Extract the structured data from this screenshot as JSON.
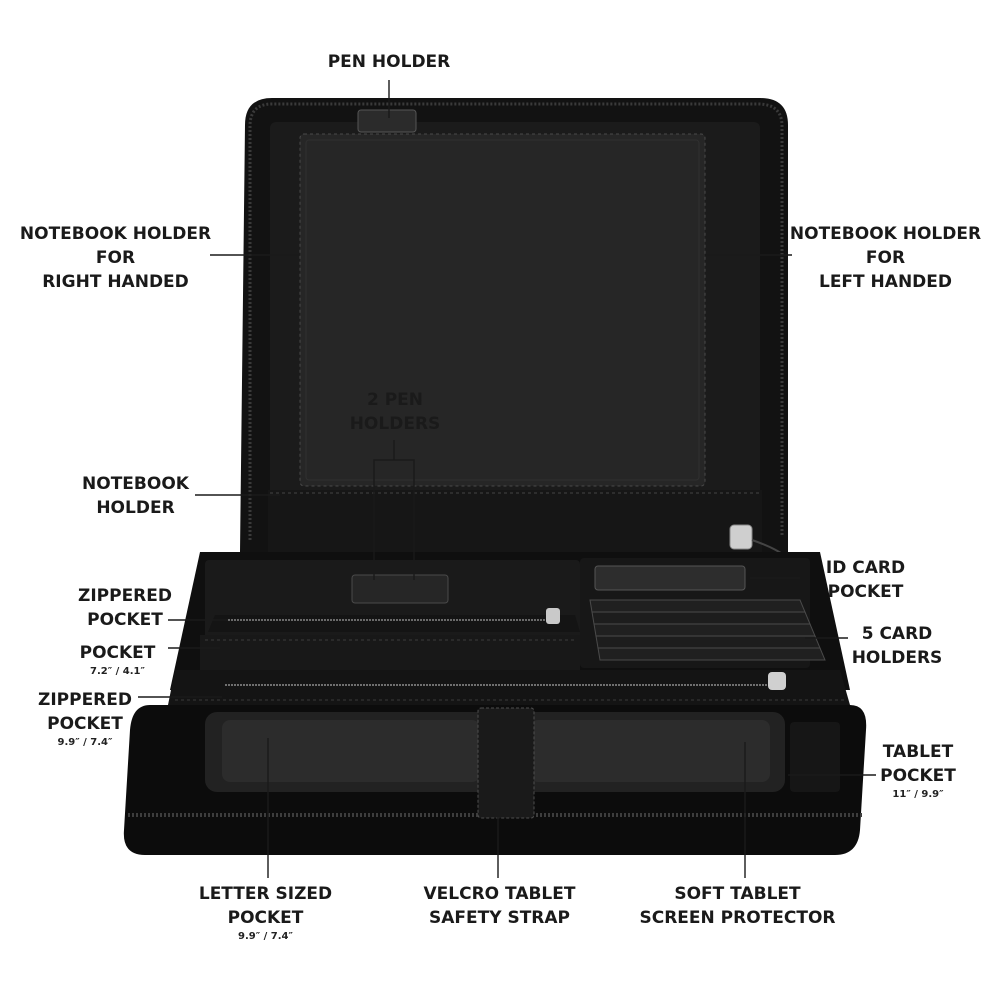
{
  "labels": {
    "pen_holder": [
      "PEN HOLDER"
    ],
    "notebook_right": [
      "NOTEBOOK HOLDER",
      "FOR",
      "RIGHT HANDED"
    ],
    "notebook_left": [
      "NOTEBOOK HOLDER",
      "FOR",
      "LEFT HANDED"
    ],
    "two_pen": [
      "2 PEN",
      "HOLDERS"
    ],
    "notebook": [
      "NOTEBOOK",
      "HOLDER"
    ],
    "zippered_pocket_1": [
      "ZIPPERED",
      "POCKET"
    ],
    "pocket": [
      "POCKET"
    ],
    "pocket_size": "7.2″ / 4.1″",
    "zippered_pocket_2": [
      "ZIPPERED",
      "POCKET"
    ],
    "zippered_pocket_2_size": "9.9″ / 7.4″",
    "id_card": [
      "ID CARD",
      "POCKET"
    ],
    "card_holders": [
      "5 CARD",
      "HOLDERS"
    ],
    "tablet_pocket": [
      "TABLET",
      "POCKET"
    ],
    "tablet_pocket_size": "11″ / 9.9″",
    "letter_pocket": [
      "LETTER SIZED",
      "POCKET"
    ],
    "letter_pocket_size": "9.9″ / 7.4″",
    "velcro_strap": [
      "VELCRO TABLET",
      "SAFETY STRAP"
    ],
    "screen_protector": [
      "SOFT TABLET",
      "SCREEN PROTECTOR"
    ]
  },
  "colors": {
    "leather_dark": "#0f0f0f",
    "leather_mid": "#1c1c1c",
    "leather_light": "#2a2a2a",
    "stitch": "#5a5a5a",
    "zipper_metal": "#bdbdbd",
    "callout_line": "#1a1a1a",
    "label_text": "#1a1a1a"
  }
}
